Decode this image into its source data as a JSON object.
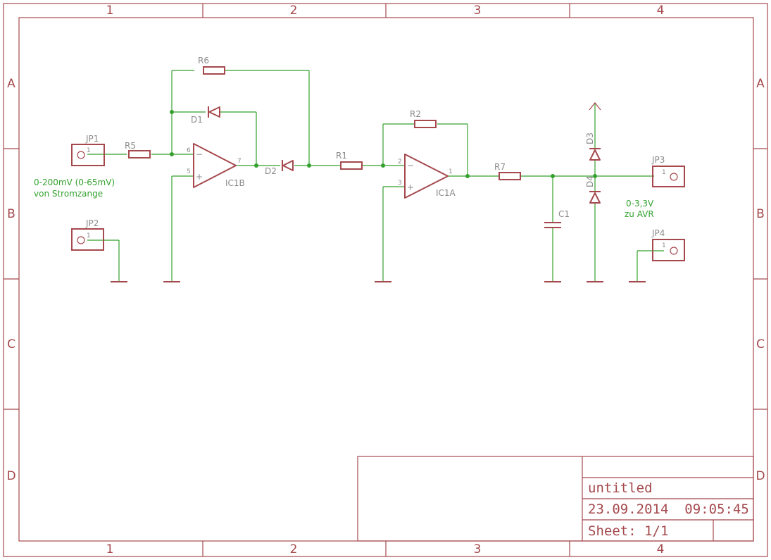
{
  "frame": {
    "columns": [
      "1",
      "2",
      "3",
      "4"
    ],
    "rows": [
      "A",
      "B",
      "C",
      "D"
    ]
  },
  "title_block": {
    "title": "untitled",
    "datetime": "23.09.2014  09:05:45",
    "sheet": "Sheet: 1/1"
  },
  "components": {
    "JP1": "JP1",
    "JP2": "JP2",
    "JP3": "JP3",
    "JP4": "JP4",
    "R1": "R1",
    "R2": "R2",
    "R5": "R5",
    "R6": "R6",
    "R7": "R7",
    "D1": "D1",
    "D2": "D2",
    "D3": "D3",
    "D4": "D4",
    "C1": "C1",
    "IC1A": "IC1A",
    "IC1B": "IC1B"
  },
  "pins": {
    "jp_pin": "1",
    "ic1b_in_minus": "6",
    "ic1b_in_plus": "5",
    "ic1b_out": "7",
    "ic1a_in_minus": "2",
    "ic1a_in_plus": "3",
    "ic1a_out": "1",
    "minus": "−",
    "plus": "+"
  },
  "notes": {
    "input_range": "0-200mV (0-65mV)",
    "input_source": "von Stromzange",
    "output_range": "0-3,3V",
    "output_target": "zu AVR"
  },
  "colors": {
    "symbol": "#a5494d",
    "wire": "#34a12f",
    "label": "#8a8a8a"
  }
}
